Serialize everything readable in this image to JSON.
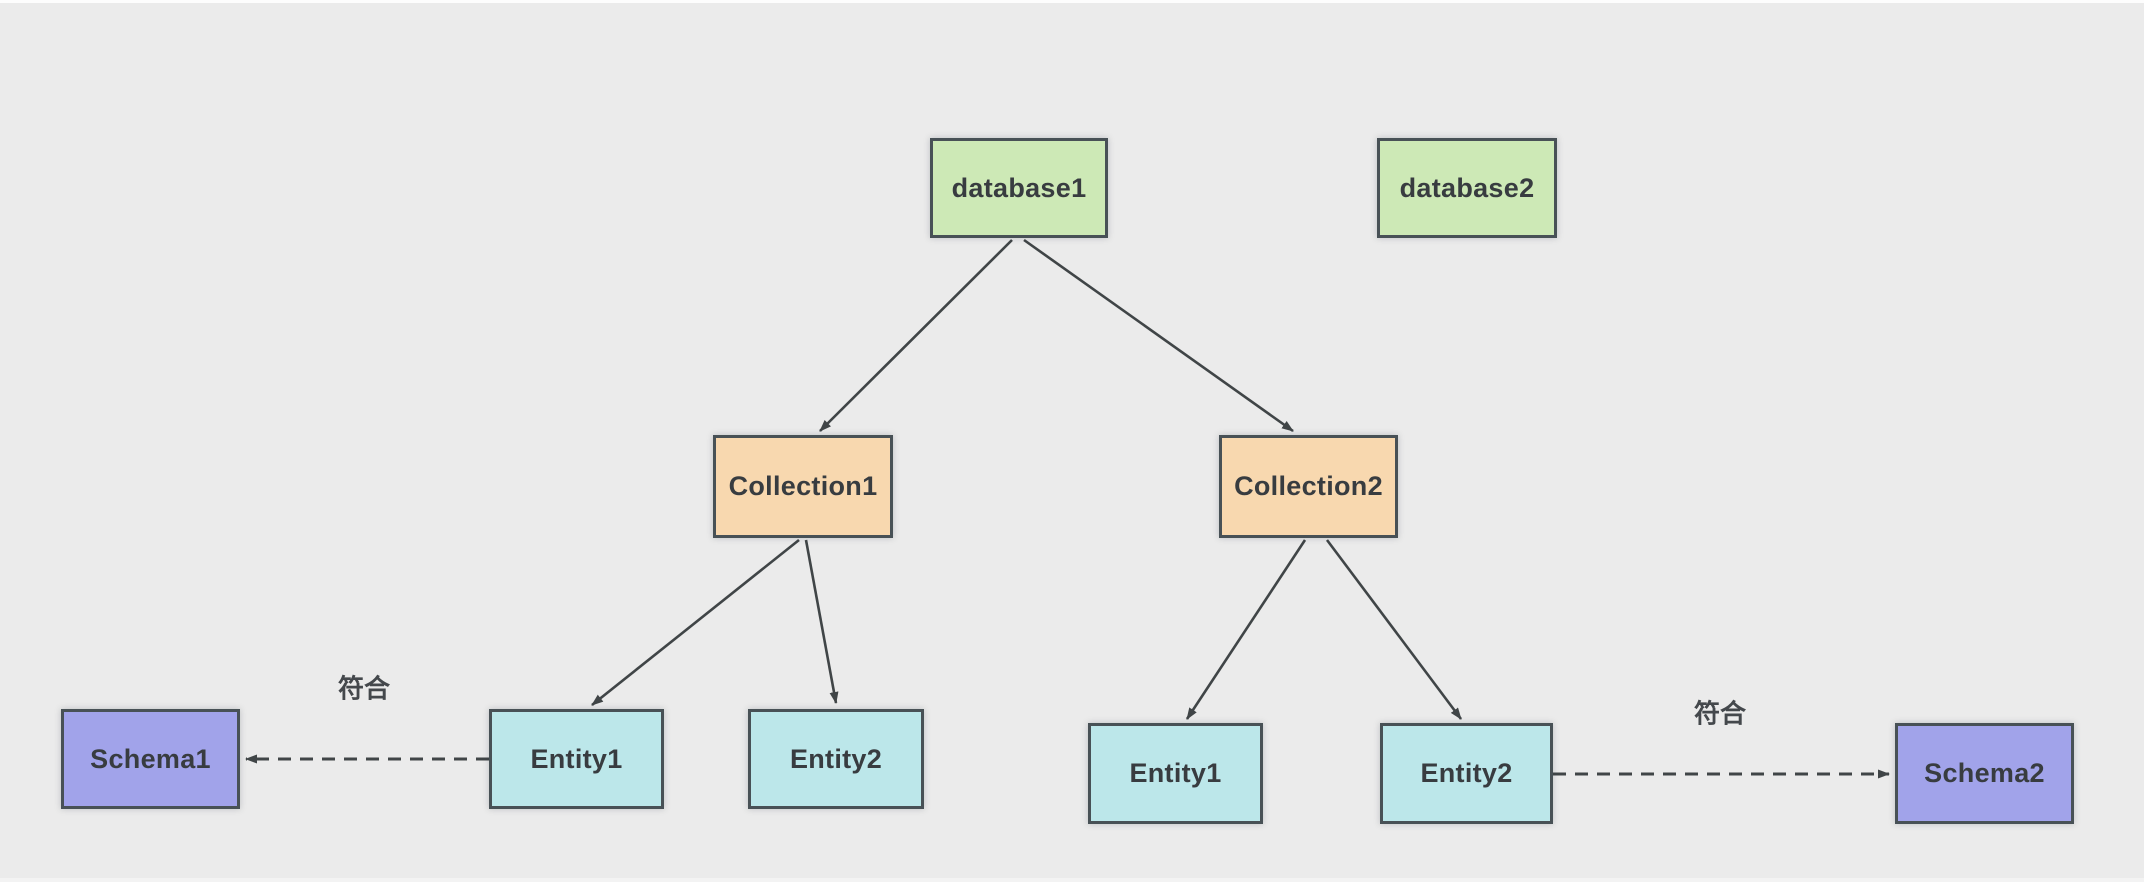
{
  "canvas": {
    "background": "#ebebeb",
    "line_color": "#404547",
    "border_color": "#485156"
  },
  "nodes": [
    {
      "id": "database1",
      "label": "database1",
      "type": "database",
      "fill": "#cde9b6"
    },
    {
      "id": "database2",
      "label": "database2",
      "type": "database",
      "fill": "#cde9b6"
    },
    {
      "id": "collection1",
      "label": "Collection1",
      "type": "collection",
      "fill": "#f8d8af"
    },
    {
      "id": "collection2",
      "label": "Collection2",
      "type": "collection",
      "fill": "#f8d8af"
    },
    {
      "id": "entity1-left",
      "label": "Entity1",
      "type": "entity",
      "fill": "#bce7ea"
    },
    {
      "id": "entity2-left",
      "label": "Entity2",
      "type": "entity",
      "fill": "#bce7ea"
    },
    {
      "id": "entity1-right",
      "label": "Entity1",
      "type": "entity",
      "fill": "#bce7ea"
    },
    {
      "id": "entity2-right",
      "label": "Entity2",
      "type": "entity",
      "fill": "#bce7ea"
    },
    {
      "id": "schema1",
      "label": "Schema1",
      "type": "schema",
      "fill": "#a1a3ea"
    },
    {
      "id": "schema2",
      "label": "Schema2",
      "type": "schema",
      "fill": "#a1a3ea"
    }
  ],
  "edges": {
    "conforms_label_left": "符合",
    "conforms_label_right": "符合"
  }
}
